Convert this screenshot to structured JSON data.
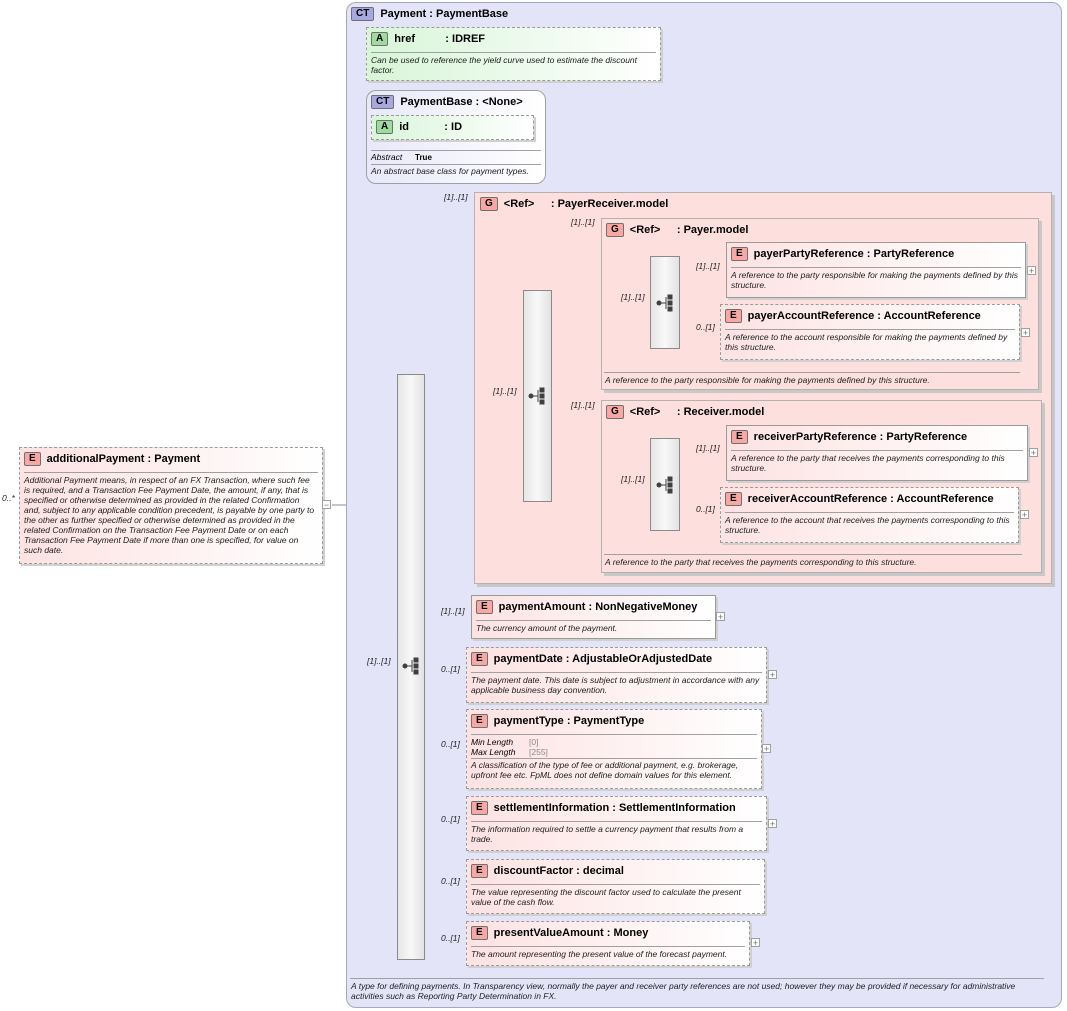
{
  "complex_type": {
    "tag": "CT",
    "name": "Payment",
    "type": "PaymentBase",
    "description": "A type for defining payments. In Transparency view, normally the payer and receiver party references are not used; however they may be provided if necessary for administrative activities such as Reporting Party Determination in FX."
  },
  "root_element": {
    "tag": "E",
    "name": "additionalPayment",
    "type": "Payment",
    "cardinality": "0..*",
    "description": "Additional Payment means, in respect of an FX Transaction, where such fee is required, and a Transaction Fee Payment Date, the amount, if any, that is specified or otherwise determined as provided in the related Confirmation and, subject to any applicable condition precedent, is payable by one party to the other as further specified or otherwise determined as provided in the related Confirmation on the Transaction Fee Payment Date or on each Transaction Fee Payment Date if more than one is specified, for value on such date."
  },
  "href_attr": {
    "tag": "A",
    "name": "href",
    "type": "IDREF",
    "description": "Can be used to reference the yield curve used to estimate the discount factor."
  },
  "base_type": {
    "tag": "CT",
    "name": "PaymentBase",
    "type": "<None>",
    "attr_tag": "A",
    "attr_name": "id",
    "attr_type": "ID",
    "abstract_label": "Abstract",
    "abstract_value": "True",
    "description": "An abstract base class for payment types."
  },
  "payer_receiver_group": {
    "tag": "G",
    "name": "<Ref>",
    "type": "PayerReceiver.model",
    "cardinality": "[1]..[1]"
  },
  "payer_group": {
    "tag": "G",
    "name": "<Ref>",
    "type": "Payer.model",
    "cardinality": "[1]..[1]",
    "description": "A reference to the party responsible for making the payments defined by this structure."
  },
  "receiver_group": {
    "tag": "G",
    "name": "<Ref>",
    "type": "Receiver.model",
    "cardinality": "[1]..[1]",
    "description": "A reference to the party that receives the payments corresponding to this structure."
  },
  "seq_cardinalities": {
    "main": "[1]..[1]",
    "pr": "[1]..[1]",
    "payer": "[1]..[1]",
    "receiver": "[1]..[1]"
  },
  "payer_elements": [
    {
      "tag": "E",
      "name": "payerPartyReference",
      "type": "PartyReference",
      "cardinality": "[1]..[1]",
      "description": "A reference to the party responsible for making the payments defined by this structure."
    },
    {
      "tag": "E",
      "name": "payerAccountReference",
      "type": "AccountReference",
      "cardinality": "0..[1]",
      "description": "A reference to the account responsible for making the payments defined by this structure."
    }
  ],
  "receiver_elements": [
    {
      "tag": "E",
      "name": "receiverPartyReference",
      "type": "PartyReference",
      "cardinality": "[1]..[1]",
      "description": "A reference to the party that receives the payments corresponding to this structure."
    },
    {
      "tag": "E",
      "name": "receiverAccountReference",
      "type": "AccountReference",
      "cardinality": "0..[1]",
      "description": "A reference to the account that receives the payments corresponding to this structure."
    }
  ],
  "elements": [
    {
      "tag": "E",
      "name": "paymentAmount",
      "type": "NonNegativeMoney",
      "cardinality": "[1]..[1]",
      "description": "The currency amount of the payment."
    },
    {
      "tag": "E",
      "name": "paymentDate",
      "type": "AdjustableOrAdjustedDate",
      "cardinality": "0..[1]",
      "description": "The payment date. This date is subject to adjustment in accordance with any applicable business day convention."
    },
    {
      "tag": "E",
      "name": "paymentType",
      "type": "PaymentType",
      "cardinality": "0..[1]",
      "min_label": "Min Length",
      "min_value": "[0]",
      "max_label": "Max Length",
      "max_value": "[255]",
      "description": "A classification of the type of fee or additional payment, e.g. brokerage, upfront fee etc. FpML does not define domain values for this element."
    },
    {
      "tag": "E",
      "name": "settlementInformation",
      "type": "SettlementInformation",
      "cardinality": "0..[1]",
      "description": "The information required to settle a currency payment that results from a trade."
    },
    {
      "tag": "E",
      "name": "discountFactor",
      "type": "decimal",
      "cardinality": "0..[1]",
      "description": "The value representing the discount factor used to calculate the present value of the cash flow."
    },
    {
      "tag": "E",
      "name": "presentValueAmount",
      "type": "Money",
      "cardinality": "0..[1]",
      "description": "The amount representing the present value of the forecast payment."
    }
  ],
  "colors": {
    "ct_bg": "#e4e4f8",
    "group_bg": "#fde0de",
    "element_tag": "#f7a8a4",
    "attribute_tag": "#9edb9e",
    "ct_tag": "#a8a8e0"
  },
  "icons": {
    "sequence": "sequence-compositor-icon",
    "expand": "plus-icon",
    "collapse": "minus-icon"
  }
}
